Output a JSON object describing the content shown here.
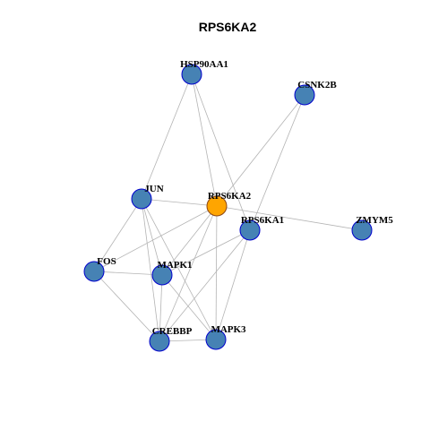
{
  "title": "RPS6KA2",
  "colors": {
    "node_fill": "#4682B4",
    "node_stroke": "#0000CD",
    "focus_fill": "#FFA500",
    "focus_stroke": "#8B4513",
    "edge": "#b4b4b4"
  },
  "nodes": [
    {
      "id": "HSP90AA1",
      "label": "HSP90AA1",
      "focus": false
    },
    {
      "id": "CSNK2B",
      "label": "CSNK2B",
      "focus": false
    },
    {
      "id": "JUN",
      "label": "JUN",
      "focus": false
    },
    {
      "id": "RPS6KA2",
      "label": "RPS6KA2",
      "focus": true
    },
    {
      "id": "RPS6KA1",
      "label": "RPS6KA1",
      "focus": false
    },
    {
      "id": "ZMYM5",
      "label": "ZMYM5",
      "focus": false
    },
    {
      "id": "FOS",
      "label": "FOS",
      "focus": false
    },
    {
      "id": "MAPK1",
      "label": "MAPK1",
      "focus": false
    },
    {
      "id": "CREBBP",
      "label": "CREBBP",
      "focus": false
    },
    {
      "id": "MAPK3",
      "label": "MAPK3",
      "focus": false
    }
  ],
  "edges": [
    [
      "HSP90AA1",
      "JUN"
    ],
    [
      "HSP90AA1",
      "RPS6KA2"
    ],
    [
      "HSP90AA1",
      "RPS6KA1"
    ],
    [
      "CSNK2B",
      "RPS6KA2"
    ],
    [
      "CSNK2B",
      "RPS6KA1"
    ],
    [
      "JUN",
      "RPS6KA2"
    ],
    [
      "JUN",
      "FOS"
    ],
    [
      "JUN",
      "MAPK1"
    ],
    [
      "JUN",
      "CREBBP"
    ],
    [
      "JUN",
      "MAPK3"
    ],
    [
      "RPS6KA2",
      "ZMYM5"
    ],
    [
      "RPS6KA2",
      "FOS"
    ],
    [
      "RPS6KA2",
      "MAPK1"
    ],
    [
      "RPS6KA2",
      "CREBBP"
    ],
    [
      "RPS6KA2",
      "MAPK3"
    ],
    [
      "RPS6KA1",
      "MAPK1"
    ],
    [
      "RPS6KA1",
      "CREBBP"
    ],
    [
      "RPS6KA1",
      "MAPK3"
    ],
    [
      "FOS",
      "MAPK1"
    ],
    [
      "FOS",
      "CREBBP"
    ],
    [
      "MAPK1",
      "CREBBP"
    ],
    [
      "MAPK1",
      "MAPK3"
    ],
    [
      "CREBBP",
      "MAPK3"
    ]
  ]
}
